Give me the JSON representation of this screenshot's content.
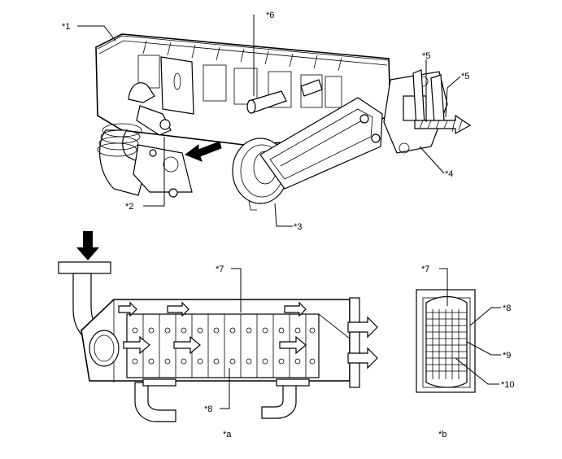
{
  "labels": {
    "l1": "*1",
    "l2": "*2",
    "l3": "*3",
    "l4": "*4",
    "l5a": "*5",
    "l5b": "*5",
    "l6": "*6",
    "l7a": "*7",
    "l7b": "*7",
    "l8a": "*8",
    "l8b": "*8",
    "l9": "*9",
    "l10": "*10",
    "la": "*a",
    "lb": "*b"
  }
}
